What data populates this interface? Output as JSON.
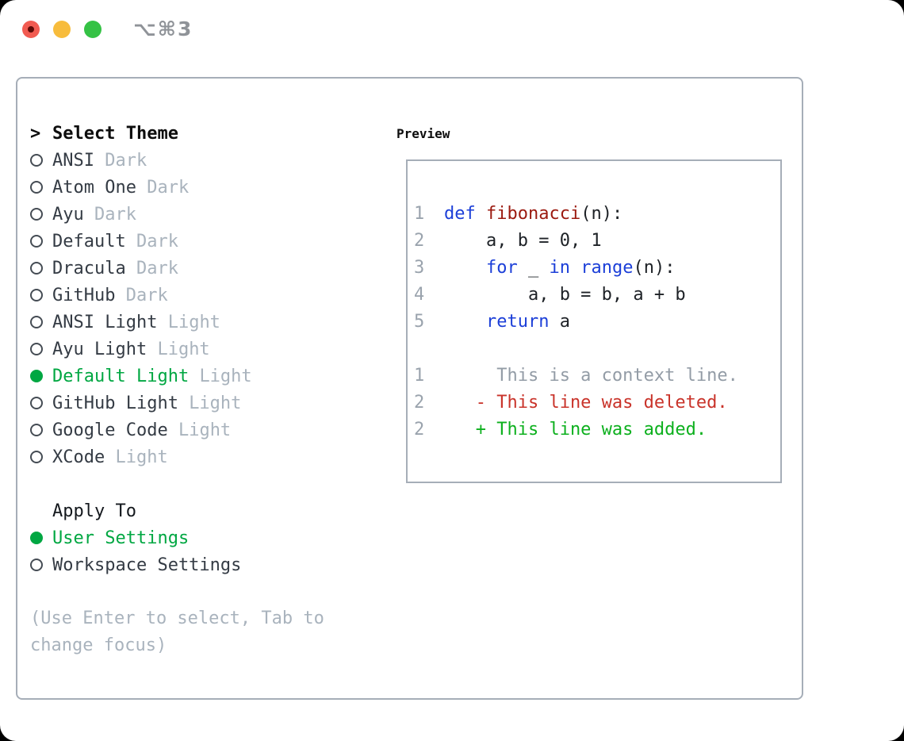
{
  "window": {
    "title": "⌥⌘3",
    "traffic_lights": [
      "close",
      "minimize",
      "zoom"
    ]
  },
  "theme_panel": {
    "prompt_marker": ">",
    "title": "Select Theme",
    "themes": [
      {
        "name": "ANSI",
        "tag": "Dark",
        "selected": false
      },
      {
        "name": "Atom One",
        "tag": "Dark",
        "selected": false
      },
      {
        "name": "Ayu",
        "tag": "Dark",
        "selected": false
      },
      {
        "name": "Default",
        "tag": "Dark",
        "selected": false
      },
      {
        "name": "Dracula",
        "tag": "Dark",
        "selected": false
      },
      {
        "name": "GitHub",
        "tag": "Dark",
        "selected": false
      },
      {
        "name": "ANSI Light",
        "tag": "Light",
        "selected": false
      },
      {
        "name": "Ayu Light",
        "tag": "Light",
        "selected": false
      },
      {
        "name": "Default Light",
        "tag": "Light",
        "selected": true
      },
      {
        "name": "GitHub Light",
        "tag": "Light",
        "selected": false
      },
      {
        "name": "Google Code",
        "tag": "Light",
        "selected": false
      },
      {
        "name": "XCode",
        "tag": "Light",
        "selected": false
      }
    ],
    "apply_to": {
      "title": "Apply To",
      "options": [
        {
          "label": "User Settings",
          "selected": true
        },
        {
          "label": "Workspace Settings",
          "selected": false
        }
      ]
    },
    "help_text": "(Use Enter to select, Tab to change focus)"
  },
  "preview": {
    "title": "Preview",
    "code_lines": [
      {
        "num": "1",
        "tokens": [
          {
            "t": "def",
            "c": "keyword"
          },
          {
            "t": " ",
            "c": "plain"
          },
          {
            "t": "fibonacci",
            "c": "function"
          },
          {
            "t": "(n):",
            "c": "plain"
          }
        ]
      },
      {
        "num": "2",
        "tokens": [
          {
            "t": "    a, b = 0, 1",
            "c": "plain"
          }
        ]
      },
      {
        "num": "3",
        "tokens": [
          {
            "t": "    ",
            "c": "plain"
          },
          {
            "t": "for",
            "c": "keyword"
          },
          {
            "t": " _ ",
            "c": "plain"
          },
          {
            "t": "in",
            "c": "keyword"
          },
          {
            "t": " ",
            "c": "plain"
          },
          {
            "t": "range",
            "c": "keyword"
          },
          {
            "t": "(n):",
            "c": "plain"
          }
        ]
      },
      {
        "num": "4",
        "tokens": [
          {
            "t": "        a, b = b, a + b",
            "c": "plain"
          }
        ]
      },
      {
        "num": "5",
        "tokens": [
          {
            "t": "    ",
            "c": "plain"
          },
          {
            "t": "return",
            "c": "keyword"
          },
          {
            "t": " a",
            "c": "plain"
          }
        ]
      }
    ],
    "diff_lines": [
      {
        "num": "1",
        "text": "     This is a context line.",
        "kind": "context"
      },
      {
        "num": "2",
        "text": "   - This line was deleted.",
        "kind": "deleted"
      },
      {
        "num": "2",
        "text": "   + This line was added.",
        "kind": "added"
      }
    ]
  },
  "colors": {
    "selected_green": "#00a742",
    "keyword_blue": "#1c3fd8",
    "function_red": "#9b1a10",
    "diff_deleted_red": "#c9332a",
    "diff_added_green": "#0db01e",
    "muted_gray": "#a9b3bd",
    "panel_border": "#a6aeb8"
  }
}
